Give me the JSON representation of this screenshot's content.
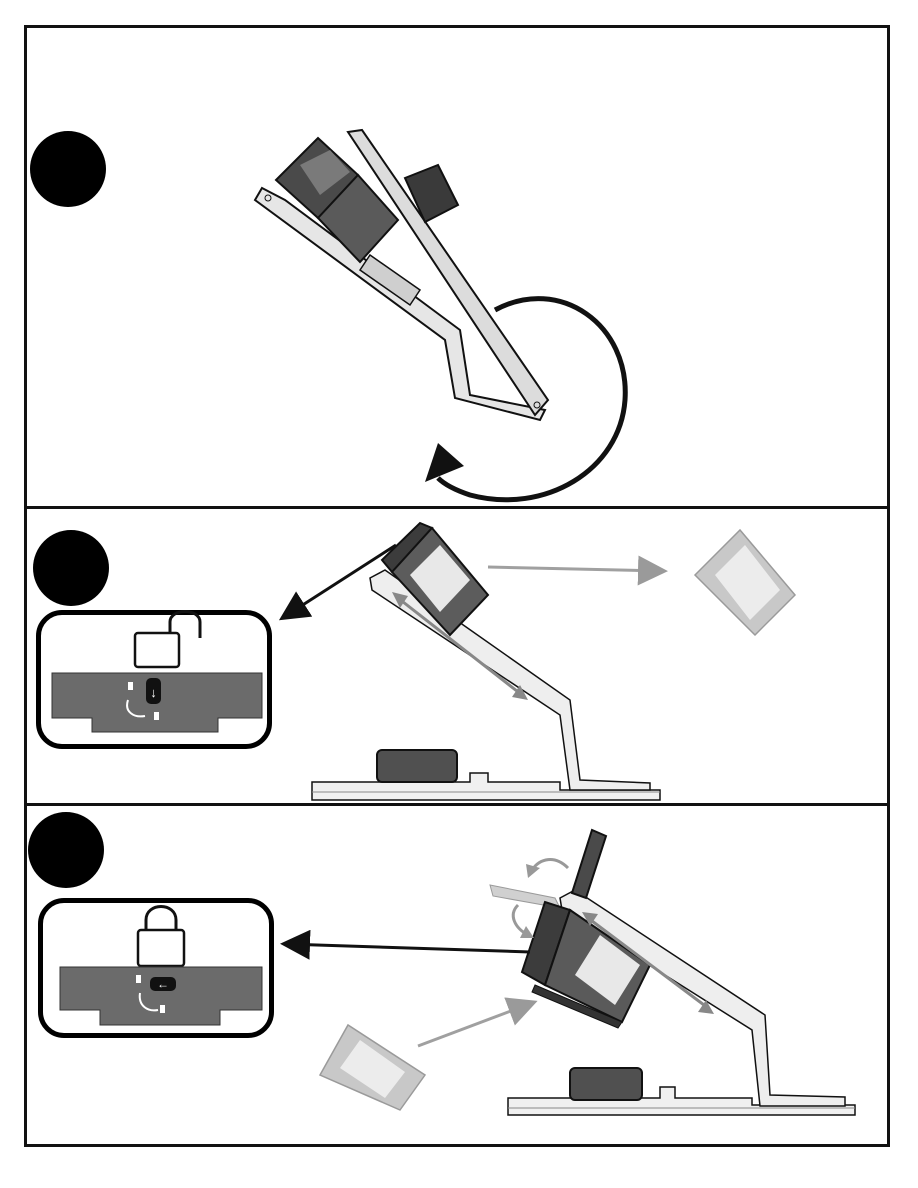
{
  "page": {
    "title": "",
    "steps": [
      {
        "id": "step-1",
        "instruction": "rotate-assembly",
        "callout": null
      },
      {
        "id": "step-2",
        "instruction": "slide-off-carriage",
        "callout": {
          "lock_state": "unlocked",
          "arrow": "↓"
        }
      },
      {
        "id": "step-3",
        "instruction": "attach-carriage",
        "callout": {
          "lock_state": "locked",
          "arrow": "←"
        }
      }
    ]
  },
  "colors": {
    "line": "#111111",
    "part_dark": "#4a4a4a",
    "part_mid": "#8a8a8a",
    "part_light": "#d9d9d9",
    "ghost": "#c8c8c8",
    "plate": "#6b6b6b",
    "arrow_gray": "#a0a0a0"
  },
  "icons": {
    "rotate": "circular-arrow-icon",
    "unlock": "open-padlock-icon",
    "lock": "closed-padlock-icon",
    "move": "arrow-icon"
  }
}
